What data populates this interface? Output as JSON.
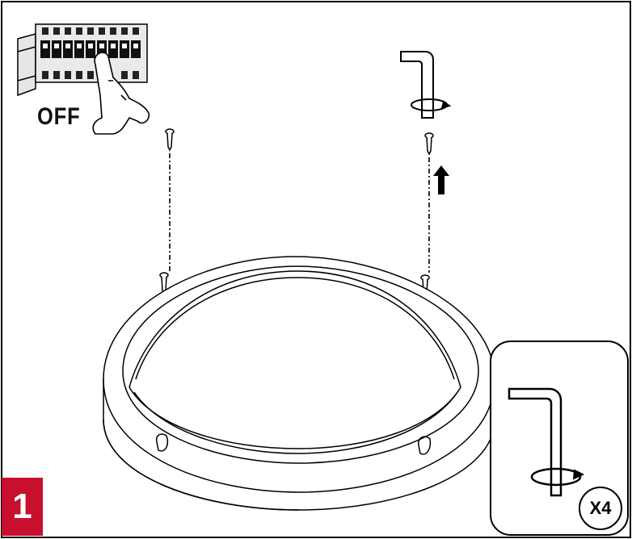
{
  "step": {
    "number": "1"
  },
  "power": {
    "label": "OFF"
  },
  "tool": {
    "quantity_label": "X4"
  },
  "colors": {
    "step_badge": "#c8102e",
    "line": "#000000"
  }
}
